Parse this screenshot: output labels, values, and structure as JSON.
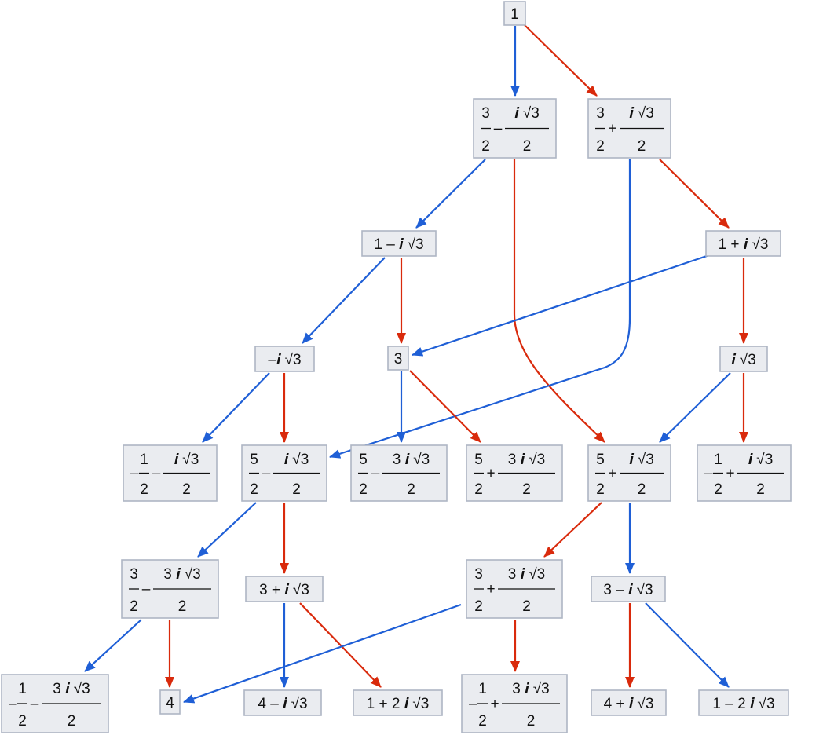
{
  "diagram": {
    "colors": {
      "blue_edge": "#1f5fd6",
      "red_edge": "#d92a0c",
      "node_fill": "#eaecf0",
      "node_border": "#aeb6c4",
      "text": "#111111"
    },
    "nodes": [
      {
        "id": "n1",
        "kind": "plain",
        "text": "1"
      },
      {
        "id": "n2",
        "kind": "frac",
        "left_num": "3",
        "left_sign": "",
        "op": "–",
        "right_num": "𝒊 √3",
        "den": "2"
      },
      {
        "id": "n3",
        "kind": "frac",
        "left_num": "3",
        "left_sign": "",
        "op": "+",
        "right_num": "𝒊 √3",
        "den": "2"
      },
      {
        "id": "n4",
        "kind": "plain",
        "text": "1 – 𝒊 √3"
      },
      {
        "id": "n5",
        "kind": "plain",
        "text": "1 + 𝒊 √3"
      },
      {
        "id": "n6",
        "kind": "plain",
        "text": "–𝒊 √3"
      },
      {
        "id": "n7",
        "kind": "plain",
        "text": "3"
      },
      {
        "id": "n8",
        "kind": "plain",
        "text": "𝒊 √3"
      },
      {
        "id": "n9",
        "kind": "frac",
        "left_num": "1",
        "left_sign": "–",
        "op": "–",
        "right_num": "𝒊 √3",
        "den": "2"
      },
      {
        "id": "n10",
        "kind": "frac",
        "left_num": "5",
        "left_sign": "",
        "op": "–",
        "right_num": "𝒊 √3",
        "den": "2"
      },
      {
        "id": "n11",
        "kind": "frac",
        "left_num": "5",
        "left_sign": "",
        "op": "–",
        "right_num": "3 𝒊 √3",
        "den": "2"
      },
      {
        "id": "n12",
        "kind": "frac",
        "left_num": "5",
        "left_sign": "",
        "op": "+",
        "right_num": "3 𝒊 √3",
        "den": "2"
      },
      {
        "id": "n13",
        "kind": "frac",
        "left_num": "5",
        "left_sign": "",
        "op": "+",
        "right_num": "𝒊 √3",
        "den": "2"
      },
      {
        "id": "n14",
        "kind": "frac",
        "left_num": "1",
        "left_sign": "–",
        "op": "+",
        "right_num": "𝒊 √3",
        "den": "2"
      },
      {
        "id": "n15",
        "kind": "frac",
        "left_num": "3",
        "left_sign": "",
        "op": "–",
        "right_num": "3 𝒊 √3",
        "den": "2"
      },
      {
        "id": "n16",
        "kind": "plain",
        "text": "3 + 𝒊 √3"
      },
      {
        "id": "n17",
        "kind": "frac",
        "left_num": "3",
        "left_sign": "",
        "op": "+",
        "right_num": "3 𝒊 √3",
        "den": "2"
      },
      {
        "id": "n18",
        "kind": "plain",
        "text": "3 – 𝒊 √3"
      },
      {
        "id": "n19",
        "kind": "frac",
        "left_num": "1",
        "left_sign": "–",
        "op": "–",
        "right_num": "3 𝒊 √3",
        "den": "2"
      },
      {
        "id": "n20",
        "kind": "plain",
        "text": "4"
      },
      {
        "id": "n21",
        "kind": "plain",
        "text": "4 – 𝒊 √3"
      },
      {
        "id": "n22",
        "kind": "plain",
        "text": "1 + 2 𝒊 √3"
      },
      {
        "id": "n23",
        "kind": "frac",
        "left_num": "1",
        "left_sign": "–",
        "op": "+",
        "right_num": "3 𝒊 √3",
        "den": "2"
      },
      {
        "id": "n24",
        "kind": "plain",
        "text": "4 + 𝒊 √3"
      },
      {
        "id": "n25",
        "kind": "plain",
        "text": "1 – 2 𝒊 √3"
      }
    ],
    "edges": [
      {
        "from": "n1",
        "to": "n2",
        "color": "blue"
      },
      {
        "from": "n1",
        "to": "n3",
        "color": "red"
      },
      {
        "from": "n2",
        "to": "n4",
        "color": "blue"
      },
      {
        "from": "n2",
        "to": "n13",
        "color": "red"
      },
      {
        "from": "n3",
        "to": "n10",
        "color": "blue"
      },
      {
        "from": "n3",
        "to": "n5",
        "color": "red"
      },
      {
        "from": "n4",
        "to": "n6",
        "color": "blue"
      },
      {
        "from": "n4",
        "to": "n7",
        "color": "red"
      },
      {
        "from": "n5",
        "to": "n7",
        "color": "blue"
      },
      {
        "from": "n5",
        "to": "n8",
        "color": "red"
      },
      {
        "from": "n6",
        "to": "n9",
        "color": "blue"
      },
      {
        "from": "n6",
        "to": "n10",
        "color": "red"
      },
      {
        "from": "n7",
        "to": "n11",
        "color": "blue"
      },
      {
        "from": "n7",
        "to": "n12",
        "color": "red"
      },
      {
        "from": "n8",
        "to": "n13",
        "color": "blue"
      },
      {
        "from": "n8",
        "to": "n14",
        "color": "red"
      },
      {
        "from": "n10",
        "to": "n15",
        "color": "blue"
      },
      {
        "from": "n10",
        "to": "n16",
        "color": "red"
      },
      {
        "from": "n13",
        "to": "n17",
        "color": "red"
      },
      {
        "from": "n13",
        "to": "n18",
        "color": "blue"
      },
      {
        "from": "n15",
        "to": "n19",
        "color": "blue"
      },
      {
        "from": "n15",
        "to": "n20",
        "color": "red"
      },
      {
        "from": "n16",
        "to": "n21",
        "color": "blue"
      },
      {
        "from": "n16",
        "to": "n22",
        "color": "red"
      },
      {
        "from": "n17",
        "to": "n20",
        "color": "blue"
      },
      {
        "from": "n17",
        "to": "n23",
        "color": "red"
      },
      {
        "from": "n18",
        "to": "n24",
        "color": "red"
      },
      {
        "from": "n18",
        "to": "n25",
        "color": "blue"
      }
    ]
  }
}
